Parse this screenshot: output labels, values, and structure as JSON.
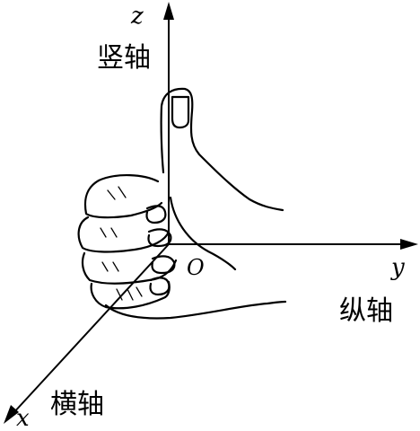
{
  "axes": {
    "z": {
      "letter": "z",
      "label": "竖轴"
    },
    "y": {
      "letter": "y",
      "label": "纵轴"
    },
    "x": {
      "letter": "x",
      "label": "横轴"
    },
    "origin": "O"
  }
}
